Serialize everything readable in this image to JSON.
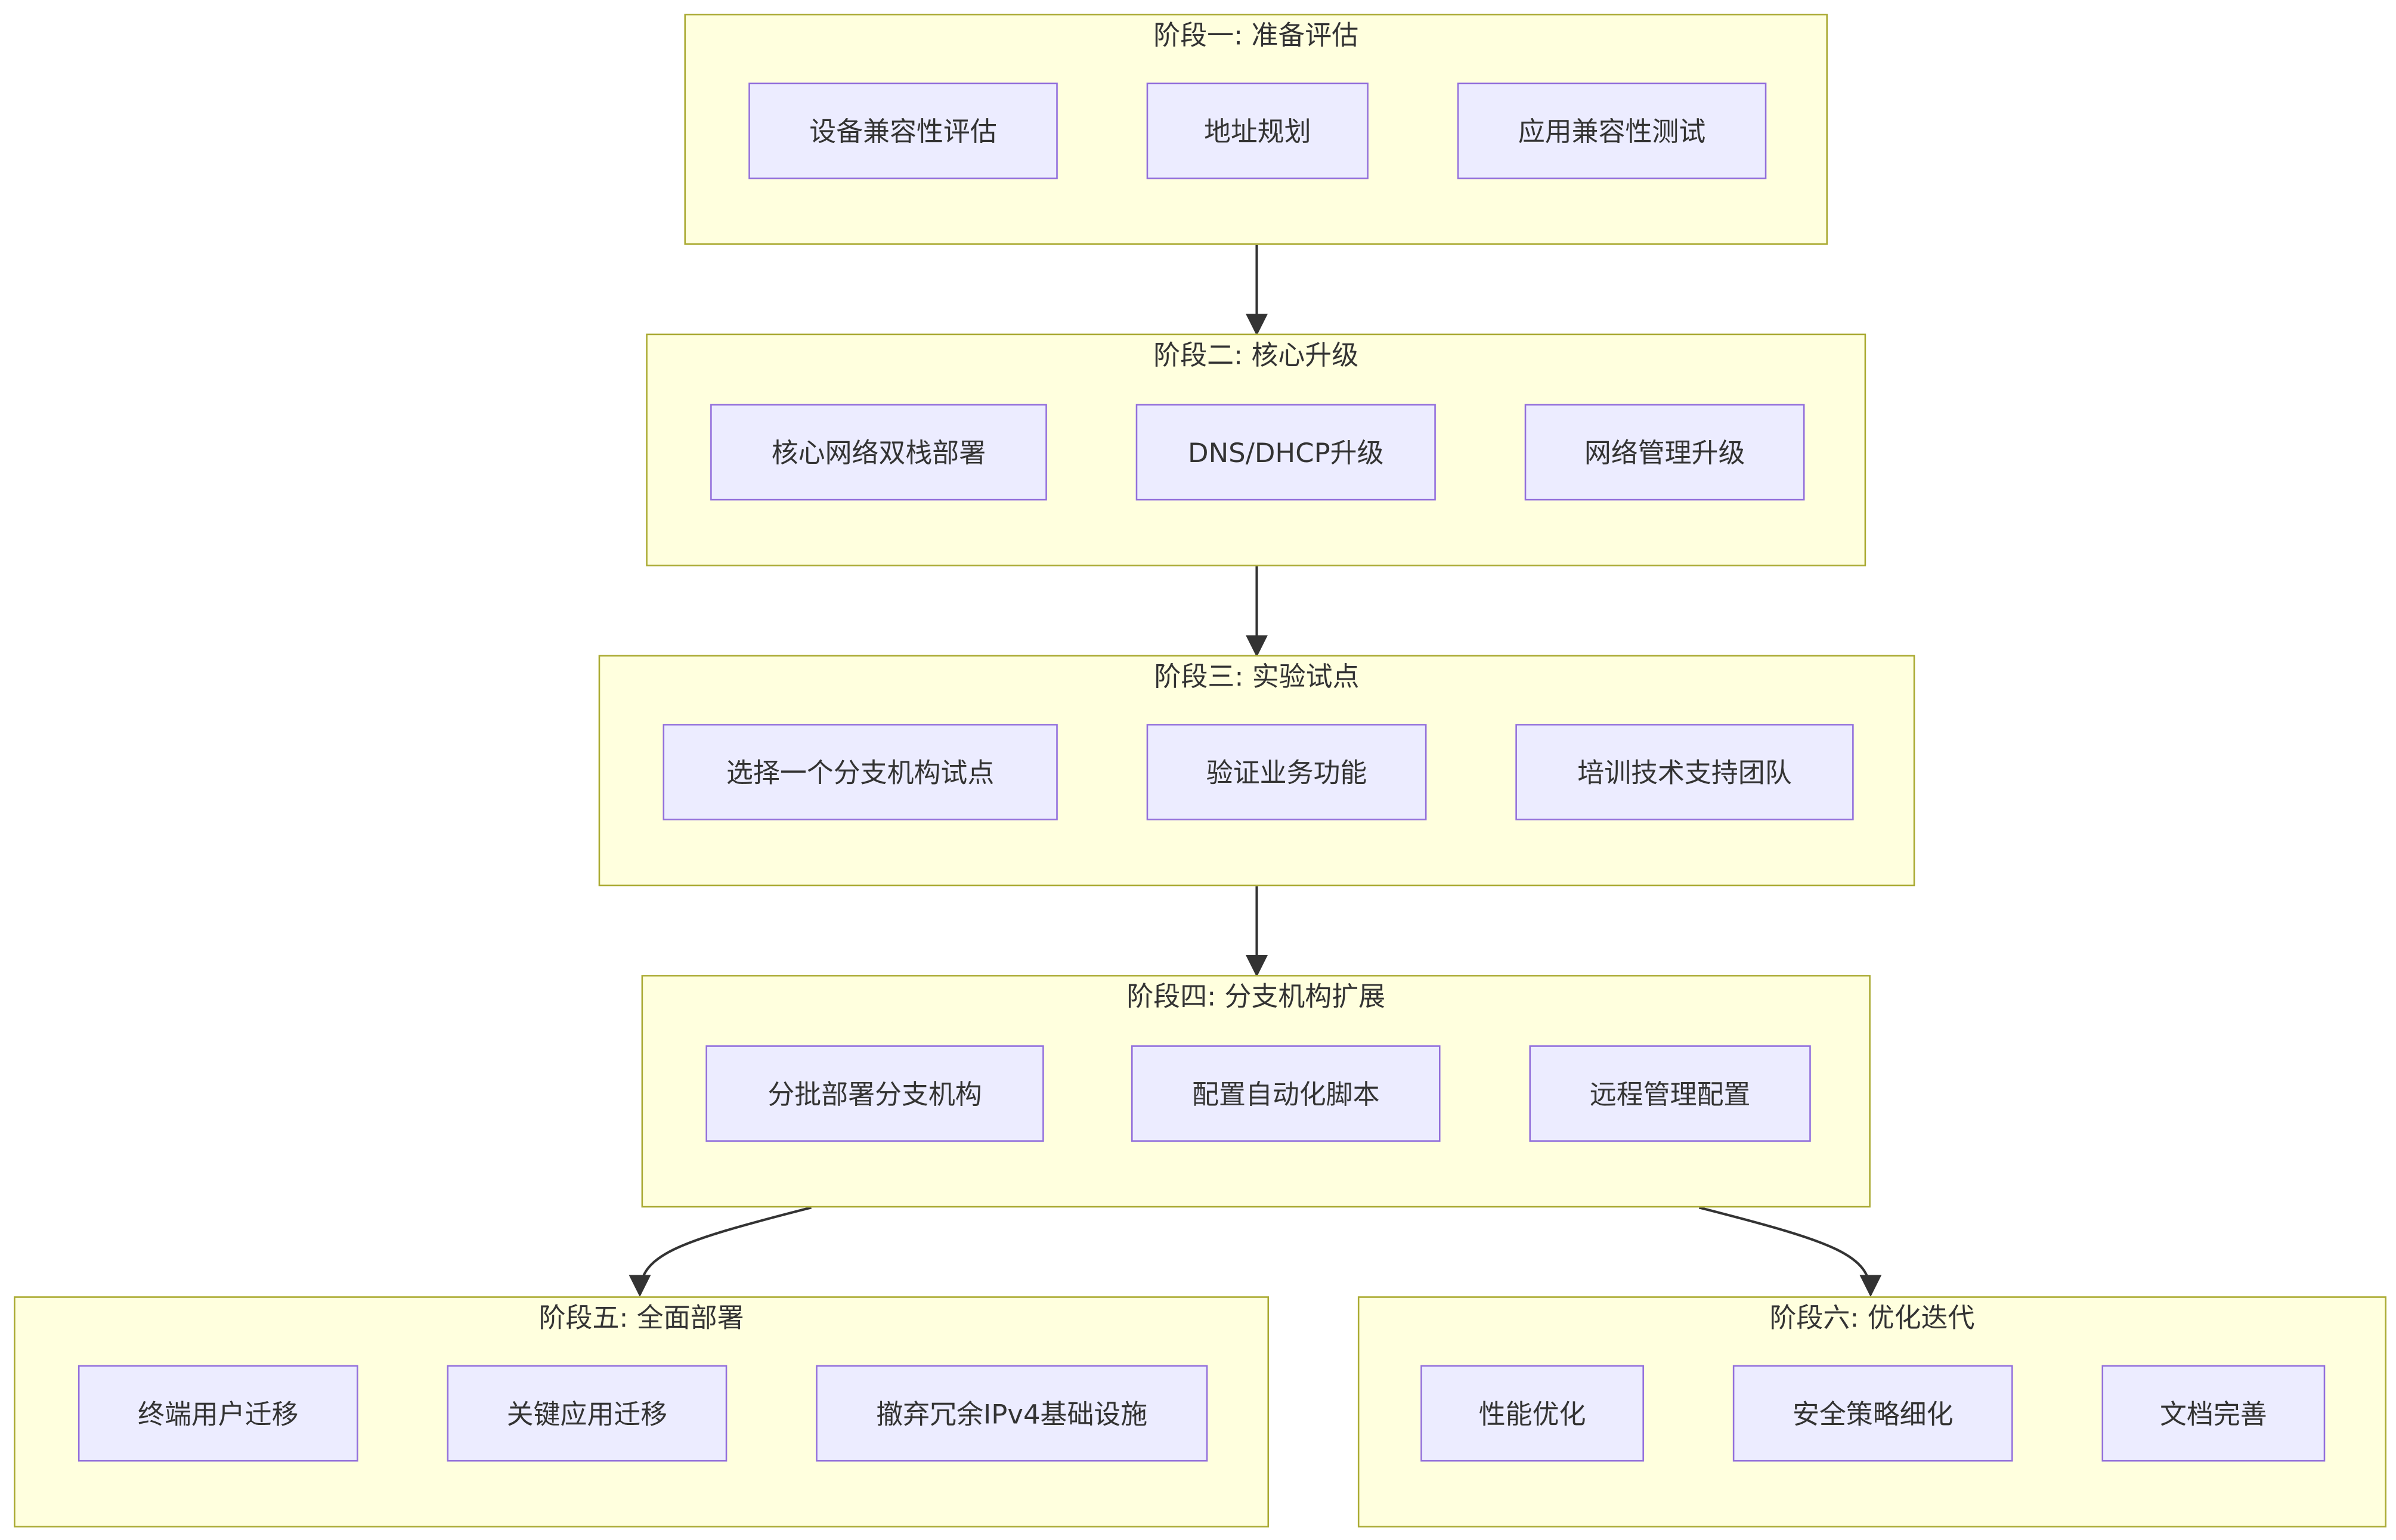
{
  "theme": {
    "cluster_fill": "#ffffde",
    "cluster_stroke": "#aaaa33",
    "node_fill": "#ececff",
    "node_stroke": "#9370db",
    "edge_color": "#333333",
    "text_color": "#333333"
  },
  "stages": [
    {
      "id": "stage1",
      "title": "阶段一: 准备评估",
      "nodes": [
        "设备兼容性评估",
        "地址规划",
        "应用兼容性测试"
      ]
    },
    {
      "id": "stage2",
      "title": "阶段二: 核心升级",
      "nodes": [
        "核心网络双栈部署",
        "DNS/DHCP升级",
        "网络管理升级"
      ]
    },
    {
      "id": "stage3",
      "title": "阶段三: 实验试点",
      "nodes": [
        "选择一个分支机构试点",
        "验证业务功能",
        "培训技术支持团队"
      ]
    },
    {
      "id": "stage4",
      "title": "阶段四: 分支机构扩展",
      "nodes": [
        "分批部署分支机构",
        "配置自动化脚本",
        "远程管理配置"
      ]
    },
    {
      "id": "stage5",
      "title": "阶段五: 全面部署",
      "nodes": [
        "终端用户迁移",
        "关键应用迁移",
        "撤弃冗余IPv4基础设施"
      ]
    },
    {
      "id": "stage6",
      "title": "阶段六: 优化迭代",
      "nodes": [
        "性能优化",
        "安全策略细化",
        "文档完善"
      ]
    }
  ],
  "edges": [
    {
      "from": "stage1",
      "to": "stage2"
    },
    {
      "from": "stage2",
      "to": "stage3"
    },
    {
      "from": "stage3",
      "to": "stage4"
    },
    {
      "from": "stage4",
      "to": "stage5"
    },
    {
      "from": "stage4",
      "to": "stage6"
    }
  ]
}
